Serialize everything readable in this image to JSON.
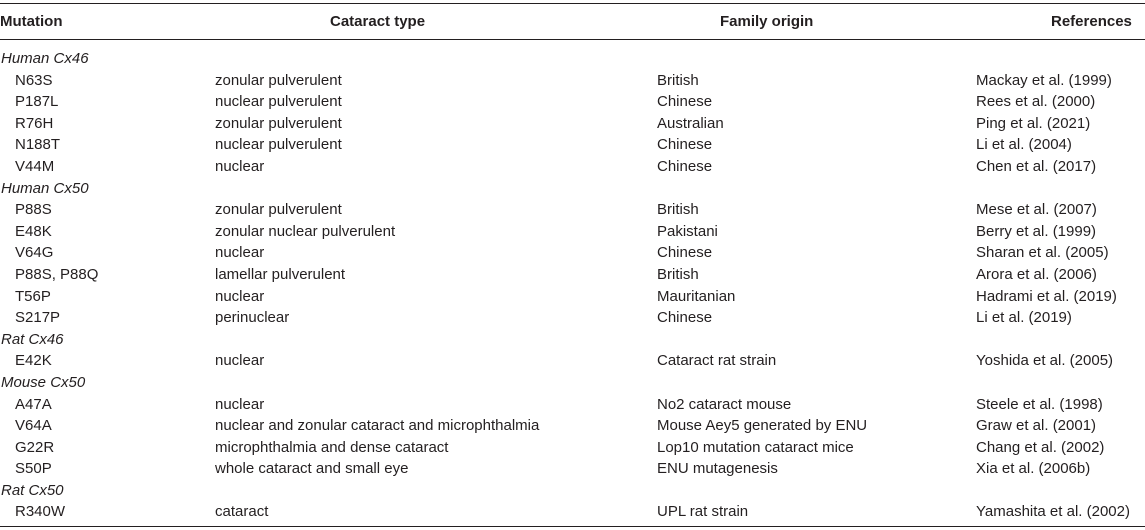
{
  "headers": {
    "mutation": "Mutation",
    "cataract_type": "Cataract type",
    "family_origin": "Family origin",
    "references": "References"
  },
  "rows": [
    {
      "group": "Human Cx46"
    },
    {
      "mutation": "N63S",
      "cataract": "zonular pulverulent",
      "family": "British",
      "ref": "Mackay et al. (1999)"
    },
    {
      "mutation": "P187L",
      "cataract": "nuclear pulverulent",
      "family": "Chinese",
      "ref": "Rees et al. (2000)"
    },
    {
      "mutation": "R76H",
      "cataract": "zonular pulverulent",
      "family": "Australian",
      "ref": "Ping et al. (2021)"
    },
    {
      "mutation": "N188T",
      "cataract": "nuclear pulverulent",
      "family": "Chinese",
      "ref": "Li et al. (2004)"
    },
    {
      "mutation": "V44M",
      "cataract": "nuclear",
      "family": "Chinese",
      "ref": "Chen et al. (2017)"
    },
    {
      "group": "Human Cx50"
    },
    {
      "mutation": "P88S",
      "cataract": "zonular pulverulent",
      "family": "British",
      "ref": "Mese et al. (2007)"
    },
    {
      "mutation": "E48K",
      "cataract": "zonular nuclear pulverulent",
      "family": "Pakistani",
      "ref": "Berry et al. (1999)"
    },
    {
      "mutation": "V64G",
      "cataract": "nuclear",
      "family": "Chinese",
      "ref": "Sharan et al. (2005)"
    },
    {
      "mutation": "P88S, P88Q",
      "cataract": "lamellar pulverulent",
      "family": "British",
      "ref": "Arora et al. (2006)"
    },
    {
      "mutation": "T56P",
      "cataract": "nuclear",
      "family": "Mauritanian",
      "ref": "Hadrami et al. (2019)"
    },
    {
      "mutation": "S217P",
      "cataract": "perinuclear",
      "family": "Chinese",
      "ref": "Li et al. (2019)"
    },
    {
      "group": "Rat Cx46"
    },
    {
      "mutation": "E42K",
      "cataract": "nuclear",
      "family": "Cataract rat strain",
      "ref": "Yoshida et al. (2005)"
    },
    {
      "group": "Mouse Cx50"
    },
    {
      "mutation": "A47A",
      "cataract": "nuclear",
      "family": "No2 cataract mouse",
      "ref": "Steele et al. (1998)"
    },
    {
      "mutation": "V64A",
      "cataract": "nuclear and zonular cataract and microphthalmia",
      "family": "Mouse Aey5 generated by ENU",
      "ref": "Graw et al. (2001)"
    },
    {
      "mutation": "G22R",
      "cataract": "microphthalmia and dense cataract",
      "family": "Lop10 mutation cataract mice",
      "ref": "Chang et al. (2002)"
    },
    {
      "mutation": "S50P",
      "cataract": "whole cataract and small eye",
      "family": "ENU mutagenesis",
      "ref": "Xia et al. (2006b)"
    },
    {
      "group": "Rat Cx50"
    },
    {
      "mutation": "R340W",
      "cataract": "cataract",
      "family": "UPL rat strain",
      "ref": "Yamashita et al. (2002)"
    }
  ]
}
